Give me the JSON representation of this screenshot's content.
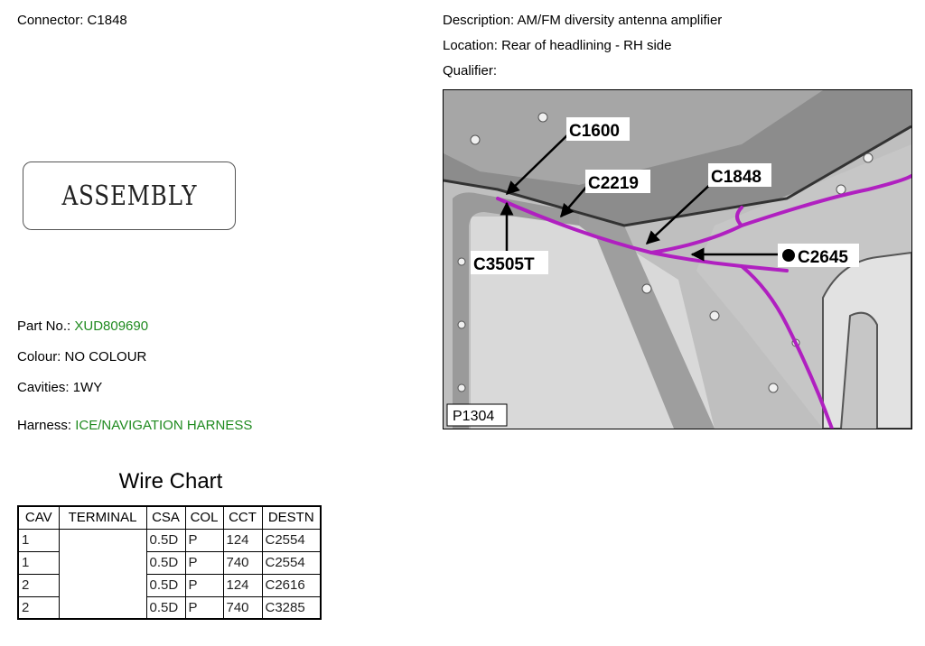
{
  "connector": {
    "label": "Connector:",
    "value": "C1848"
  },
  "description": {
    "label": "Description:",
    "value": "AM/FM diversity antenna amplifier"
  },
  "location": {
    "label": "Location:",
    "value": "Rear of headlining - RH side"
  },
  "qualifier": {
    "label": "Qualifier:",
    "value": ""
  },
  "assembly_label": "ASSEMBLY",
  "part_no": {
    "label": "Part No.:",
    "value": "XUD809690"
  },
  "colour": {
    "label": "Colour:",
    "value": "NO COLOUR"
  },
  "cavities": {
    "label": "Cavities:",
    "value": "1WY"
  },
  "harness": {
    "label": "Harness:",
    "value": "ICE/NAVIGATION HARNESS"
  },
  "wire_chart": {
    "title": "Wire Chart",
    "headers": [
      "CAV",
      "TERMINAL",
      "CSA",
      "COL",
      "CCT",
      "DESTN"
    ],
    "rows": [
      {
        "cav": "1",
        "csa": "0.5D",
        "col": "P",
        "cct": "124",
        "destn": "C2554"
      },
      {
        "cav": "1",
        "csa": "0.5D",
        "col": "P",
        "cct": "740",
        "destn": "C2554"
      },
      {
        "cav": "2",
        "csa": "0.5D",
        "col": "P",
        "cct": "124",
        "destn": "C2616"
      },
      {
        "cav": "2",
        "csa": "0.5D",
        "col": "P",
        "cct": "740",
        "destn": "C3285"
      }
    ],
    "terminal": ""
  },
  "diagram": {
    "callouts": [
      "C1600",
      "C2219",
      "C1848",
      "C2645",
      "C3505T"
    ],
    "figure_id": "P1304",
    "harness_color": "#b020c0"
  },
  "colors": {
    "link_green": "#1f8a1f"
  }
}
